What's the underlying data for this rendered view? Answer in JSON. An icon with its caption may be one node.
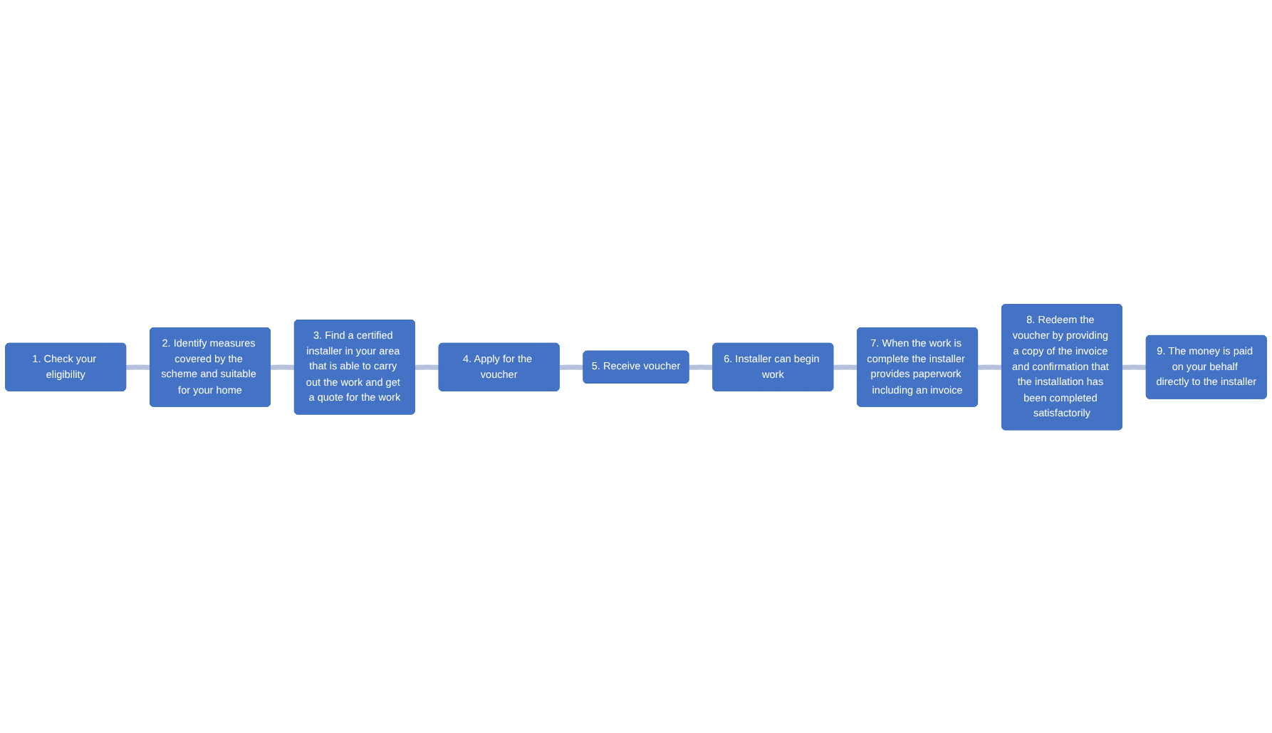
{
  "diagram": {
    "nodes": [
      {
        "text": [
          "1. Check your eligibility"
        ]
      },
      {
        "text": [
          "2. Identify measures covered by the scheme and suitable for your home"
        ]
      },
      {
        "text": [
          "3. Find a certified installer in your area that is able to carry out the work and get a quote for the work"
        ]
      },
      {
        "text": [
          "4. Apply for the voucher"
        ]
      },
      {
        "text": [
          "5. Receive voucher"
        ]
      },
      {
        "text": [
          "6. Installer can begin work"
        ]
      },
      {
        "text": [
          "7. When the work is complete the installer provides paperwork including an invoice"
        ]
      },
      {
        "text": [
          "8. Redeem the voucher by providing a copy of the invoice and confirmation that the installation has been completed satisfactorily"
        ]
      },
      {
        "text": [
          "9. The money is paid on your behalf directly to the installer"
        ]
      }
    ],
    "edges": [
      {
        "from": 0,
        "to": 1,
        "arrow": "none"
      },
      {
        "from": 1,
        "to": 2,
        "arrow": "none"
      },
      {
        "from": 2,
        "to": 3,
        "arrow": "none"
      },
      {
        "from": 3,
        "to": 4,
        "arrow": "none"
      },
      {
        "from": 4,
        "to": 5,
        "arrow": "none"
      },
      {
        "from": 5,
        "to": 6,
        "arrow": "none"
      },
      {
        "from": 6,
        "to": 7,
        "arrow": "none"
      },
      {
        "from": 7,
        "to": 8,
        "arrow": "none"
      }
    ]
  }
}
